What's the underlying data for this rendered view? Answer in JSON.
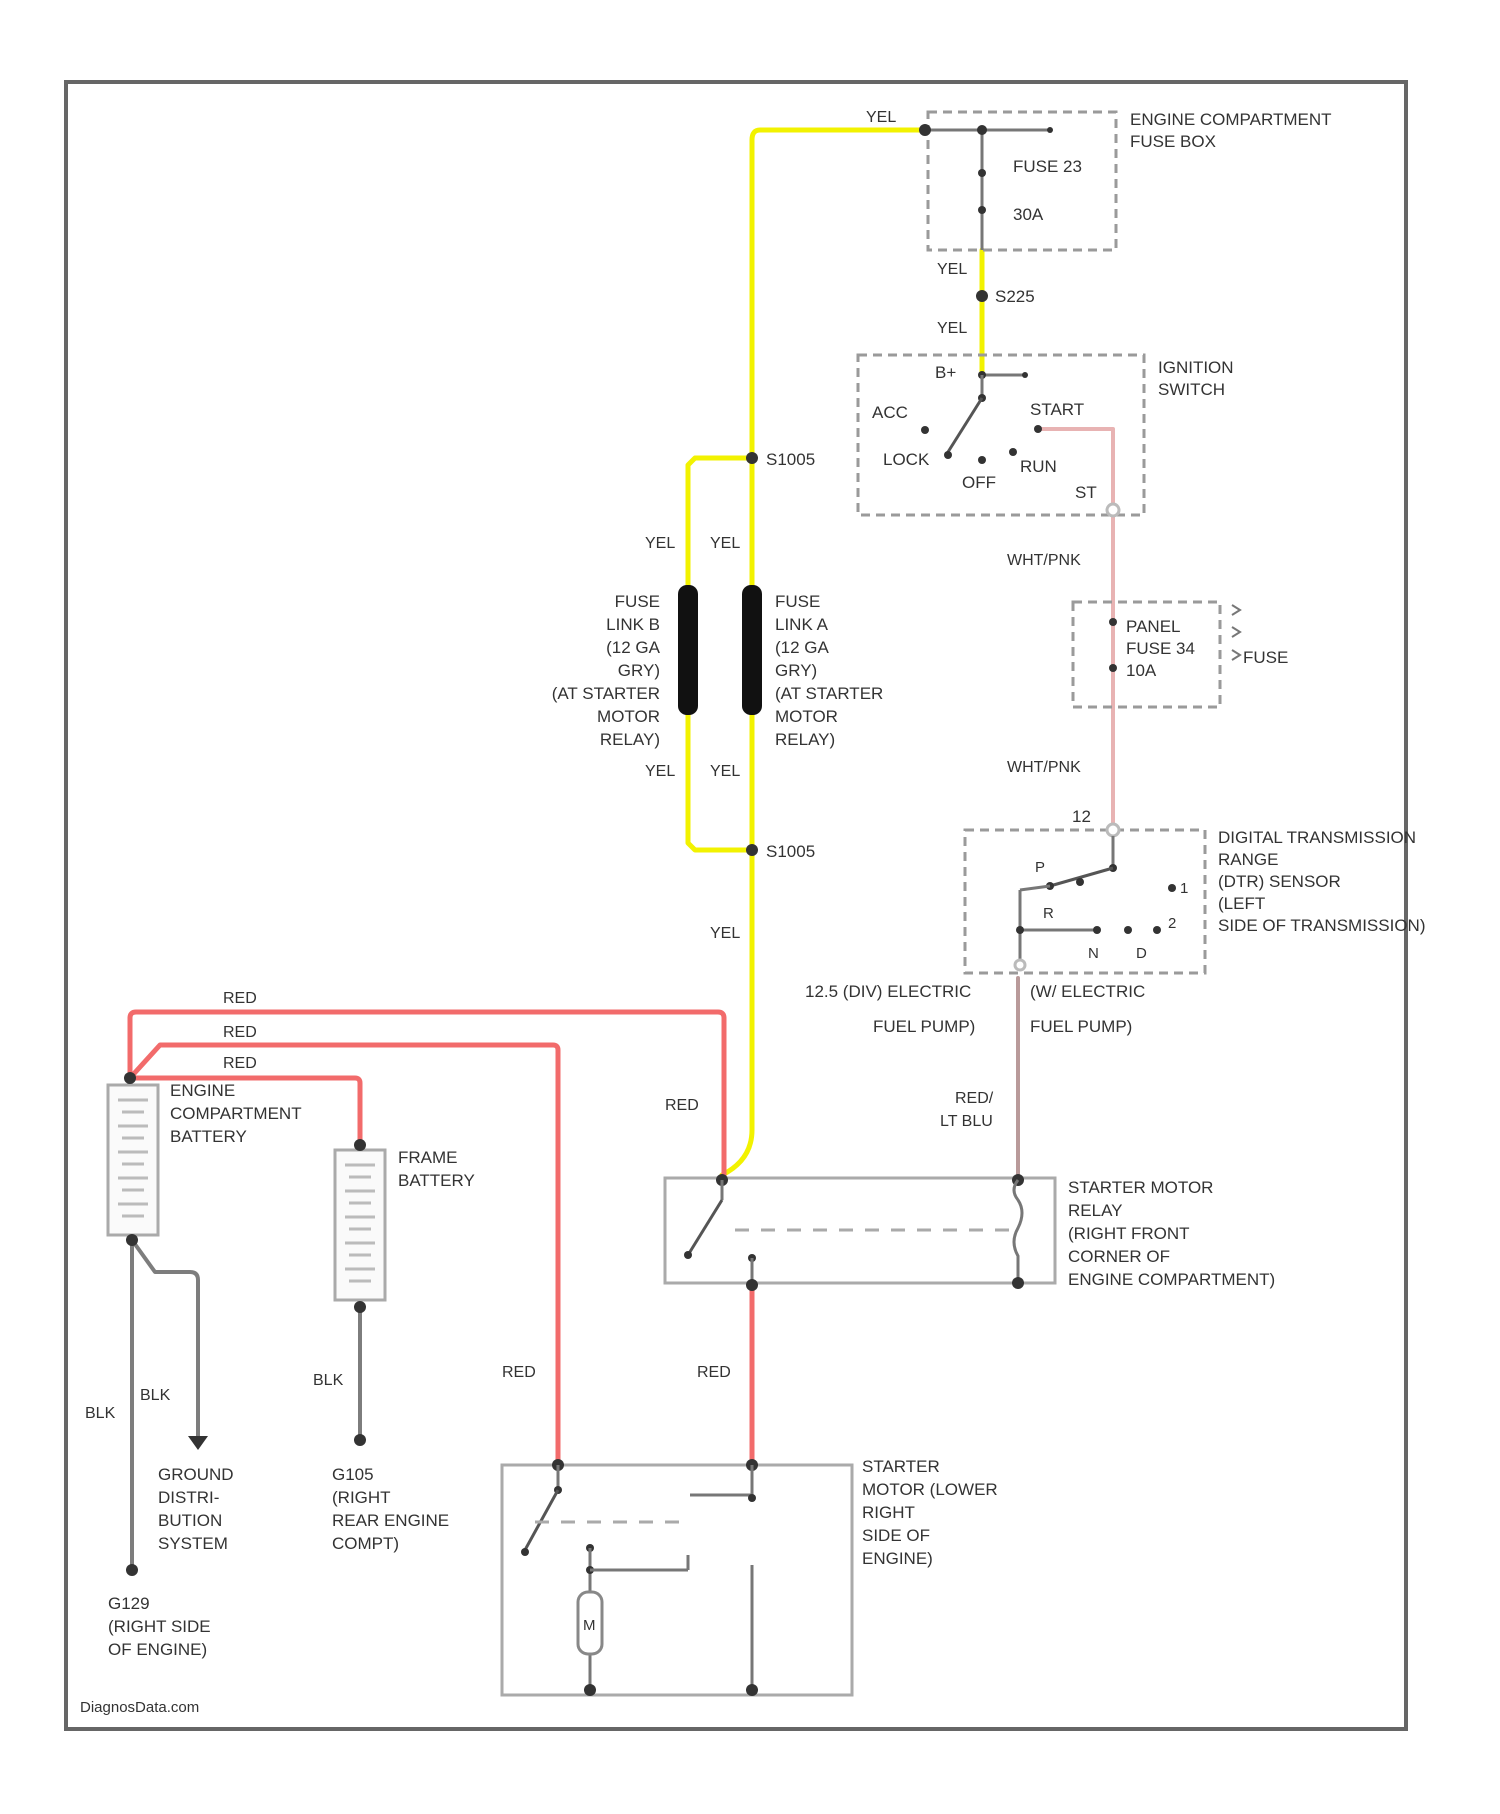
{
  "colors": {
    "yellow": "#f2f200",
    "red": "#f26b6b",
    "pink": "#e8b3b3",
    "tan": "#b99a9a",
    "gray": "#7d7d7d",
    "frame": "#666666",
    "dash": "#9a9a9a"
  },
  "components": {
    "fuse_box": [
      "ENGINE COMPARTMENT",
      "FUSE BOX"
    ],
    "fuse23": [
      "FUSE 23",
      "30A"
    ],
    "ignition_switch": [
      "IGNITION",
      "SWITCH"
    ],
    "ign_pos": {
      "bplus": "B+",
      "acc": "ACC",
      "start": "START",
      "lock": "LOCK",
      "off": "OFF",
      "run": "RUN",
      "st": "ST"
    },
    "panel_fuse": [
      "PANEL",
      "FUSE 34",
      "10A"
    ],
    "fuse_word": "FUSE",
    "dtr_sensor": [
      "DIGITAL TRANSMISSION",
      "RANGE",
      "(DTR) SENSOR",
      "(LEFT",
      "SIDE OF TRANSMISSION)"
    ],
    "dtr_pos": {
      "p": "P",
      "r": "R",
      "n": "N",
      "d": "D",
      "one": "1",
      "two": "2",
      "twelve": "12"
    },
    "fuel_pump_left": [
      "12.5 (DIV) ELECTRIC",
      "FUEL PUMP)"
    ],
    "fuel_pump_right": [
      "(W/ ELECTRIC",
      "FUEL PUMP)"
    ],
    "fuse_link_b": [
      "FUSE",
      "LINK B",
      "(12 GA",
      "GRY)",
      "(AT STARTER",
      "MOTOR",
      "RELAY)"
    ],
    "fuse_link_a": [
      "FUSE",
      "LINK A",
      "(12 GA",
      "GRY)",
      "(AT STARTER",
      "MOTOR",
      "RELAY)"
    ],
    "engine_battery": [
      "ENGINE",
      "COMPARTMENT",
      "BATTERY"
    ],
    "frame_battery": [
      "FRAME",
      "BATTERY"
    ],
    "starter_relay": [
      "STARTER MOTOR",
      "RELAY",
      "(RIGHT FRONT",
      "CORNER OF",
      "ENGINE COMPARTMENT)"
    ],
    "starter_motor": [
      "STARTER",
      "MOTOR (LOWER",
      "RIGHT",
      "SIDE OF",
      "ENGINE)"
    ],
    "ground_dist": [
      "GROUND",
      "DISTRI-",
      "BUTION",
      "SYSTEM"
    ],
    "g105": [
      "G105",
      "(RIGHT",
      "REAR ENGINE",
      "COMPT)"
    ],
    "g129": [
      "G129",
      "(RIGHT SIDE",
      "OF ENGINE)"
    ],
    "motor_letter": "M"
  },
  "splices": {
    "s225": "S225",
    "s1005_top": "S1005",
    "s1005_bottom": "S1005"
  },
  "wire_labels": {
    "yel_top": "YEL",
    "yel_s225_above": "YEL",
    "yel_s225_below": "YEL",
    "yel_b_top": "YEL",
    "yel_a_top": "YEL",
    "yel_b_bottom": "YEL",
    "yel_a_bottom": "YEL",
    "yel_lower": "YEL",
    "wht_pnk_1": "WHT/PNK",
    "wht_pnk_2": "WHT/PNK",
    "red_1": "RED",
    "red_2": "RED",
    "red_3": "RED",
    "red_relay": "RED",
    "red_lt_blu": [
      "RED/",
      "LT BLU"
    ],
    "red_starter_left": "RED",
    "red_starter_right": "RED",
    "blk_1": "BLK",
    "blk_2": "BLK",
    "blk_3": "BLK"
  },
  "watermark": "DiagnosData.com"
}
